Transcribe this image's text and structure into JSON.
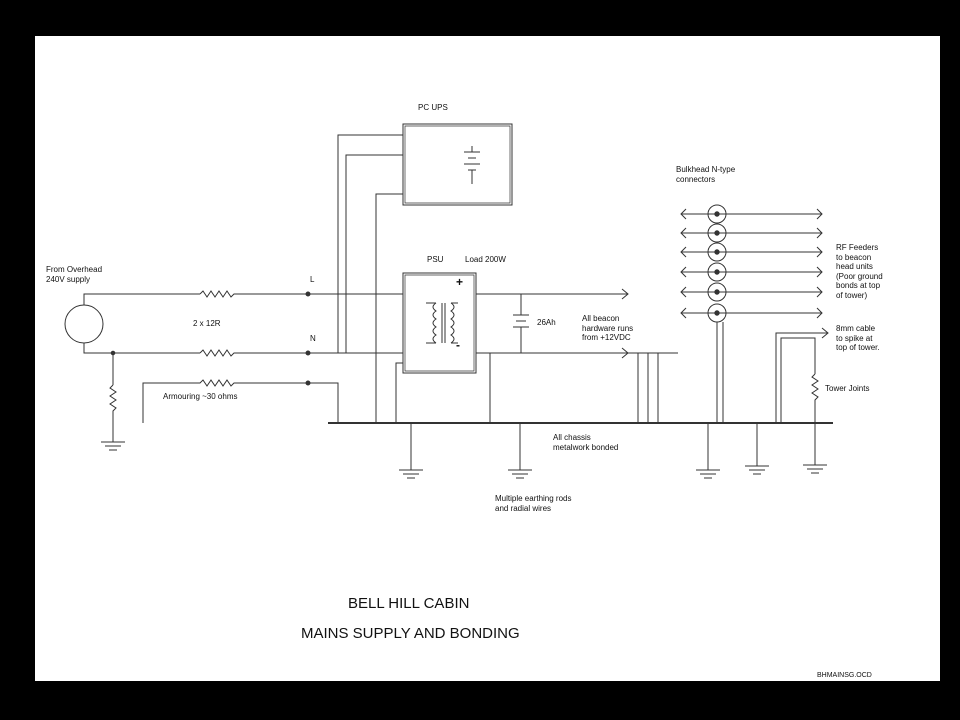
{
  "labels": {
    "pc_ups": "PC UPS",
    "from_overhead": "From Overhead\n240V supply",
    "l_terminal": "L",
    "n_terminal": "N",
    "resistors": "2 x 12R",
    "armouring": "Armouring ~30 ohms",
    "psu": "PSU",
    "load": "Load 200W",
    "plus": "+",
    "minus": "-",
    "battery": "26Ah",
    "beacon_hardware": "All beacon\nhardware runs\nfrom +12VDC",
    "bulkhead": "Bulkhead N-type\nconnectors",
    "rf_feeders": "RF Feeders\nto beacon\nhead units\n(Poor ground\nbonds at top\nof tower)",
    "cable_8mm": "8mm cable\nto spike at\ntop of tower.",
    "tower_joints": "Tower Joints",
    "chassis": "All chassis\nmetalwork bonded",
    "earthing": "Multiple earthing rods\nand radial wires"
  },
  "title": {
    "line1": "BELL HILL CABIN",
    "line2": "MAINS SUPPLY AND BONDING"
  },
  "drawing_code": "BHMAINSG.OCD"
}
